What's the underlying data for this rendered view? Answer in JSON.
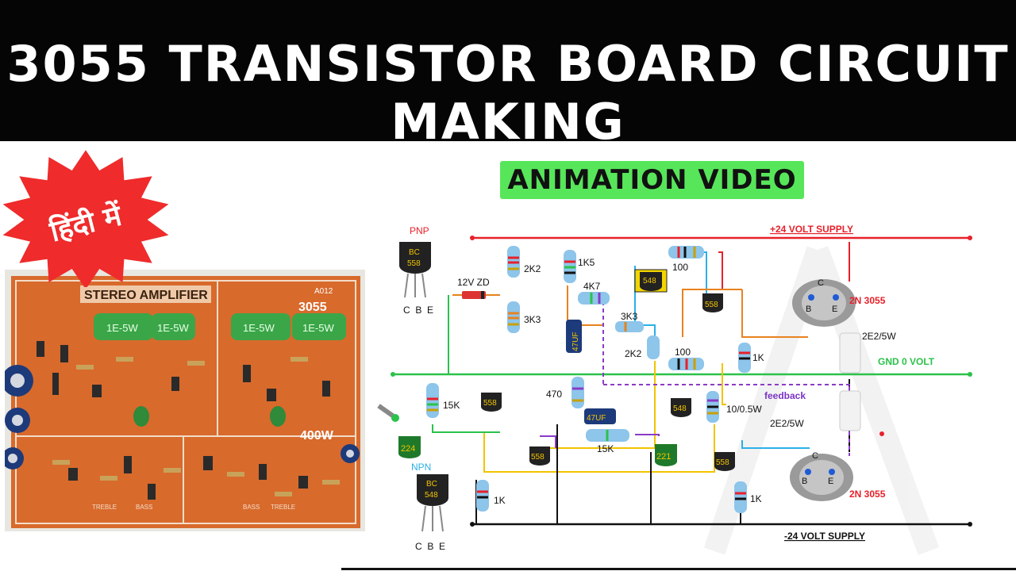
{
  "title": "3055 TRANSISTOR BOARD CIRCUIT MAKING",
  "badge": "ANIMATION VIDEO",
  "starburst": {
    "text": "हिंदी में",
    "color": "#ef2b2b"
  },
  "pcb": {
    "board_label": "STEREO AMPLIFIER",
    "model_label": "3055",
    "power_label": "400W",
    "board_code": "A012",
    "resistor_label": "1E-5W",
    "knob_labels": [
      "TREBLE",
      "BASS",
      "TREBLE",
      "BASS"
    ]
  },
  "schematic": {
    "rails": {
      "positive": "+24 VOLT SUPPLY",
      "ground": "GND 0 VOLT",
      "negative": "-24 VOLT SUPPLY"
    },
    "transistors": {
      "pnp_label": "PNP",
      "pnp_code": "BC",
      "pnp_num": "558",
      "npn_label": "NPN",
      "npn_code": "BC",
      "npn_num": "548",
      "pins": "C  B  E",
      "power_top": "2N 3055",
      "power_bottom": "2N 3055",
      "power_pins": {
        "c": "C",
        "b": "B",
        "e": "E"
      }
    },
    "components": {
      "r_2k2": "2K2",
      "r_3k3_a": "3K3",
      "r_1k5": "1K5",
      "r_4k7": "4K7",
      "r_100_a": "100",
      "r_3k3_b": "3K3",
      "r_2k2_b": "2K2",
      "r_100_b": "100",
      "r_1k_a": "1K",
      "r_15k_a": "15K",
      "r_470": "470",
      "cap_47uf_a": "47UF",
      "cap_47uf_b": "47UF",
      "r_15k_b": "15K",
      "r_10": "10/0.5W",
      "r_1k_b": "1K",
      "r_1k_c": "1K",
      "r_2e2_a": "2E2/5W",
      "r_2e2_b": "2E2/5W",
      "zener": "12V ZD",
      "feedback": "feedback",
      "t_558": "558",
      "t_548": "548",
      "t_224": "224",
      "t_221": "221"
    },
    "colors": {
      "positive_rail": "#e8202a",
      "ground_rail": "#2bc24a",
      "negative_rail": "#111111",
      "wire_orange": "#e8821e",
      "wire_blue": "#2bb0e8",
      "wire_yellow": "#f2c400",
      "wire_purple": "#8a3bc8",
      "feedback": "#7a33c2"
    }
  }
}
